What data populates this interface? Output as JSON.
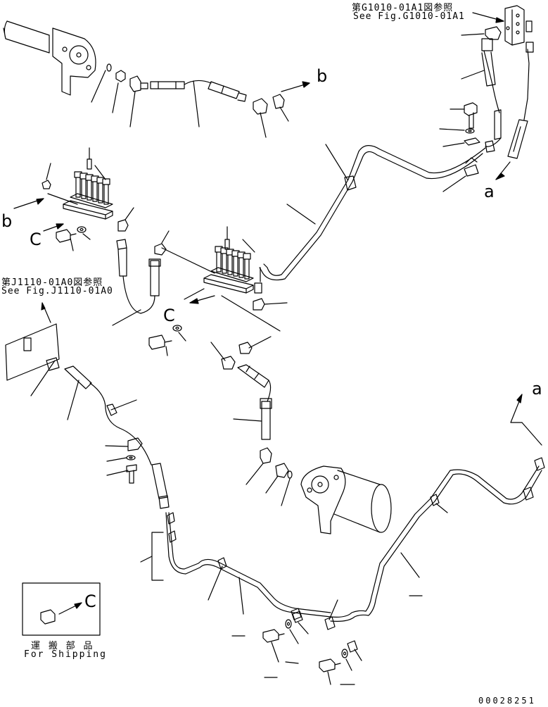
{
  "references": {
    "ref_g1010_jp": "第G1010-01A1図参照",
    "ref_g1010_en": "See Fig.G1010-01A1",
    "ref_j1110_jp": "第J1110-01A0図参照",
    "ref_j1110_en": "See Fig.J1110-01A0"
  },
  "connection_letters": {
    "a_upper": "a",
    "a_lower": "a",
    "b_upper": "b",
    "b_left": "b",
    "c_left": "C",
    "c_center": "C",
    "c_shipping": "C"
  },
  "shipping_box": {
    "label_jp": "運 搬 部 品",
    "label_en": "For Shipping"
  },
  "document_number": "00028251"
}
